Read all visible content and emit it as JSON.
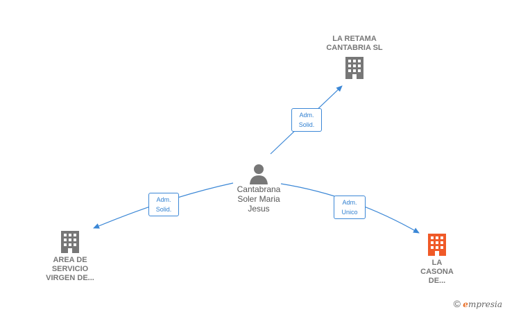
{
  "colors": {
    "edge": "#3b87d6",
    "company": "#777777",
    "highlight": "#f05a28",
    "person": "#777777"
  },
  "nodes": {
    "center_person": {
      "label": "Cantabrana\nSoler Maria\nJesus",
      "icon": "person-icon"
    },
    "top_company": {
      "label": "LA RETAMA\nCANTABRIA  SL",
      "icon": "building-icon"
    },
    "left_company": {
      "label": "AREA DE\nSERVICIO\nVIRGEN DE...",
      "icon": "building-icon"
    },
    "right_company": {
      "label": "LA\nCASONA\nDE...",
      "icon": "building-icon"
    }
  },
  "edges": {
    "top": {
      "label_line1": "Adm.",
      "label_line2": "Solid."
    },
    "left": {
      "label_line1": "Adm.",
      "label_line2": "Solid."
    },
    "right": {
      "label_line1": "Adm.",
      "label_line2": "Unico"
    }
  },
  "watermark": {
    "symbol": "©",
    "brand_e": "e",
    "brand_rest": "mpresia"
  }
}
